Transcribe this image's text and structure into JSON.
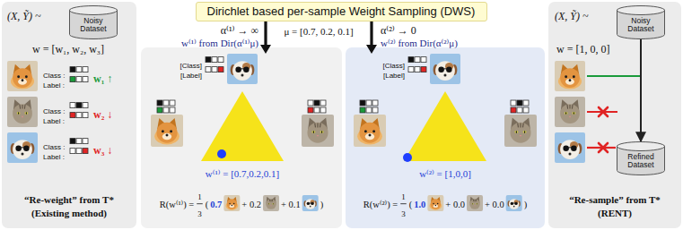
{
  "diagram": {
    "nodes": [
      {
        "text": [
          "“Re-weight” from T*",
          "(Existing method)"
        ]
      },
      {
        "text": [
          "Noisy Dataset"
        ],
        "in": 0
      },
      {
        "text": [
          "Dirichlet based per-sample Weight Sampling (DWS)"
        ]
      },
      {
        "text": [
          "“Re-sample” from T*",
          "(RENT)"
        ]
      },
      {
        "text": [
          "Noisy Dataset"
        ],
        "in": 3
      },
      {
        "text": [
          "Refined Dataset"
        ],
        "in": 3
      }
    ],
    "edges": [
      {
        "from": 4,
        "to": 5,
        "arrow": "to"
      }
    ],
    "labels": [
      "(X, Ỹ) ~",
      "w = [w₁, w₂, w₃]",
      "Class :",
      "Label :",
      "w₁ ↑",
      "Class :",
      "Label :",
      "w₂ ↓",
      "Class :",
      "Label :",
      "w₃ ↓",
      "α⁽¹⁾ → ∞",
      "μ = [0.7, 0.2, 0.1]",
      "α⁽²⁾ → 0",
      "w⁽¹⁾ from Dir(α⁽¹⁾μ)",
      "w⁽²⁾ from Dir(α⁽²⁾μ)",
      "[Class]",
      "[Label]",
      "w⁽¹⁾ = [0.7,0.2,0.1]",
      "R(w⁽¹⁾) =",
      "1",
      "3",
      "(",
      "0.7",
      "+ 0.2",
      "+ 0.1",
      ")",
      "[Class]",
      "[Label]",
      "w⁽²⁾ = [1,0,0]",
      "R(w⁽²⁾) =",
      "1",
      "3",
      "(",
      "1.0",
      "+ 0.0",
      "+ 0.0",
      ")",
      "(X, Ỹ) ~",
      "w = [1, 0, 0]"
    ]
  }
}
